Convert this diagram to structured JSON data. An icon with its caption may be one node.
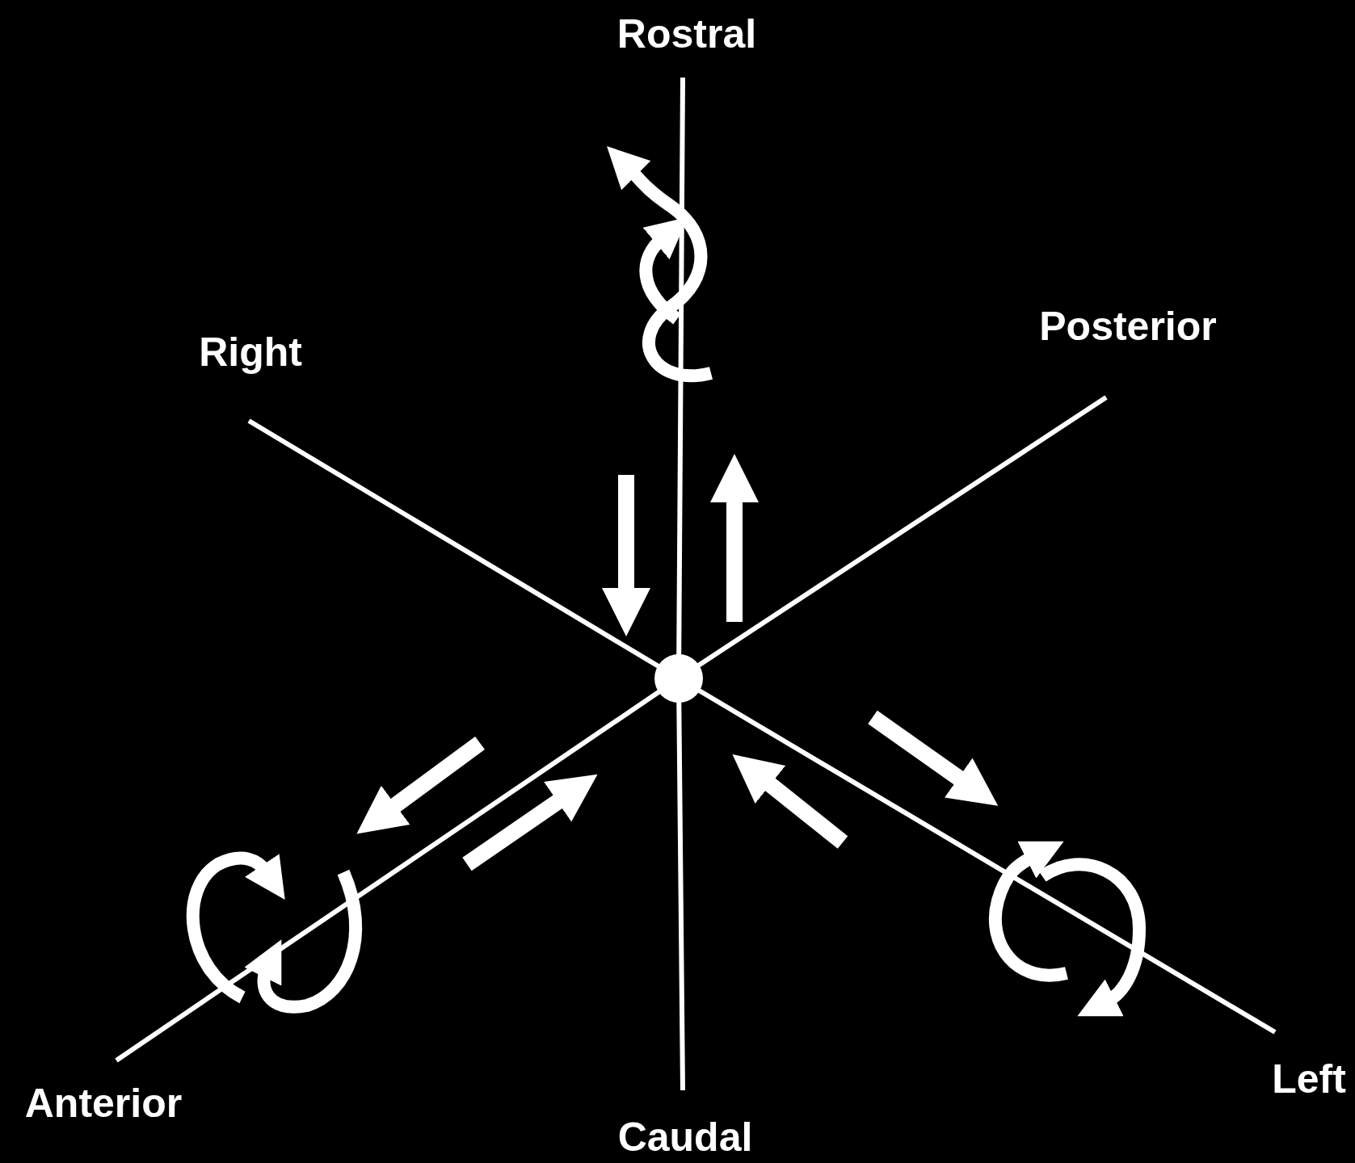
{
  "diagram": {
    "labels": [
      "Rostral",
      "Right",
      "Posterior",
      "Anterior",
      "Caudal",
      "Left"
    ]
  }
}
